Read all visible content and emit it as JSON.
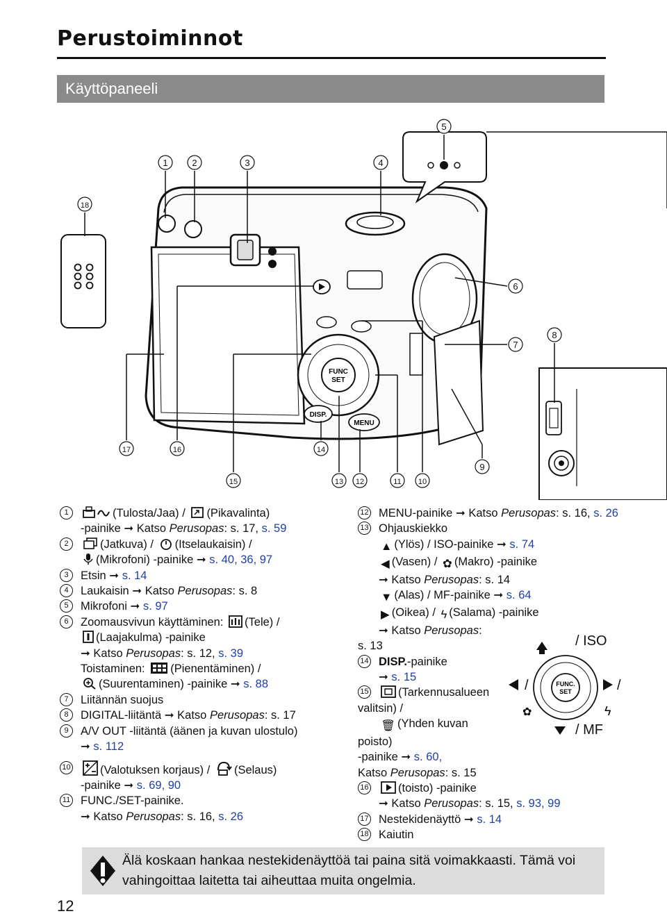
{
  "header": {
    "title": "Perustoiminnot",
    "section": "Käyttöpaneeli"
  },
  "diagram": {
    "labels": [
      "1",
      "2",
      "3",
      "4",
      "5",
      "6",
      "7",
      "8",
      "9",
      "10",
      "11",
      "12",
      "13",
      "14",
      "15",
      "16",
      "17",
      "18"
    ]
  },
  "side": {
    "iso": "/ ISO",
    "mf": "/ MF",
    "slash1": "/",
    "slash2": "/"
  },
  "items_left": {
    "i1": {
      "n": "1",
      "t1": "(Tulosta/Jaa) /",
      "t2": "(Pikavalinta)",
      "t3": "-painike",
      "t4": "Katso",
      "t5": "Perusopas",
      "t6": ": s. 17,",
      "link": "s. 59"
    },
    "i2": {
      "n": "2",
      "t1": "(Jatkuva) /",
      "t2": "(Itselaukaisin) /",
      "t3": "(Mikrofoni) -painike",
      "link": "s. 40, 36, 97"
    },
    "i3": {
      "n": "3",
      "t1": "Etsin",
      "link": "s. 14"
    },
    "i4": {
      "n": "4",
      "t1": "Laukaisin",
      "t2": "Katso",
      "t3": "Perusopas",
      "t4": ": s. 8"
    },
    "i5": {
      "n": "5",
      "t1": "Mikrofoni",
      "link": "s. 97"
    },
    "i6": {
      "n": "6",
      "t1": "Zoomausvivun käyttäminen:",
      "t2": "(Tele) /",
      "t3": "(Laajakulma) -painike",
      "t4": "Katso",
      "t5": "Perusopas",
      "t6": ": s. 12,",
      "link": "s. 39",
      "t7": "Toistaminen:",
      "t8": "(Pienentäminen) /",
      "t9": "(Suurentaminen) -painike",
      "link2": "s. 88"
    },
    "i7": {
      "n": "7",
      "t1": "Liitännän suojus"
    },
    "i8": {
      "n": "8",
      "t1": "DIGITAL-liitäntä",
      "t2": "Katso",
      "t3": "Perusopas",
      "t4": ": s. 17"
    },
    "i9": {
      "n": "9",
      "t1": "A/V OUT -liitäntä (äänen ja kuvan ulostulo)",
      "link": "s. 112"
    },
    "i10": {
      "n": "10",
      "t1": "(Valotuksen korjaus) /",
      "t2": "(Selaus)",
      "t3": "-painike",
      "link": "s. 69, 90"
    },
    "i11": {
      "n": "11",
      "t1": "FUNC./SET-painike.",
      "t2": "Katso",
      "t3": "Perusopas",
      "t4": ": s. 16,",
      "link": "s. 26"
    }
  },
  "items_right": {
    "i12": {
      "n": "12",
      "t1": "MENU-painike",
      "t2": "Katso",
      "t3": "Perusopas",
      "t4": ": s. 16,",
      "link": "s. 26"
    },
    "i13": {
      "n": "13",
      "t1": "Ohjauskiekko",
      "t2": "(Ylös) / ISO-painike",
      "link1": "s. 74",
      "t3": "(Vasen) /",
      "t4": "(Makro) -painike",
      "t5": "Katso",
      "t6": "Perusopas",
      "t7": ": s. 14",
      "t8": "(Alas) / MF-painike",
      "link2": "s. 64",
      "t9": "(Oikea) /",
      "t10": "(Salama) -painike",
      "t11": "Katso",
      "t12": "Perusopas",
      "t13": ":",
      "t14": "s. 13"
    },
    "i14": {
      "n": "14",
      "t1": "DISP.",
      "t2": "-painike",
      "link": "s. 15"
    },
    "i15": {
      "n": "15",
      "t1": "(Tarkennusalueen",
      "t2": "valitsin) /",
      "t3": "(Yhden kuvan",
      "t4": "poisto)",
      "t5": "-painike",
      "link": "s. 60,",
      "t6": "Katso",
      "t7": "Perusopas",
      "t8": ": s. 15"
    },
    "i16": {
      "n": "16",
      "t1": "(toisto) -painike",
      "t2": "Katso",
      "t3": "Perusopas",
      "t4": ": s. 15,",
      "link": "s. 93, 99"
    },
    "i17": {
      "n": "17",
      "t1": "Nestekidenäyttö",
      "link": "s. 14"
    },
    "i18": {
      "n": "18",
      "t1": "Kaiutin"
    }
  },
  "note": {
    "text": "Älä koskaan hankaa nestekidenäyttöä tai paina sitä voimakkaasti. Tämä voi vahingoittaa laitetta tai aiheuttaa muita ongelmia."
  },
  "page_number": "12"
}
